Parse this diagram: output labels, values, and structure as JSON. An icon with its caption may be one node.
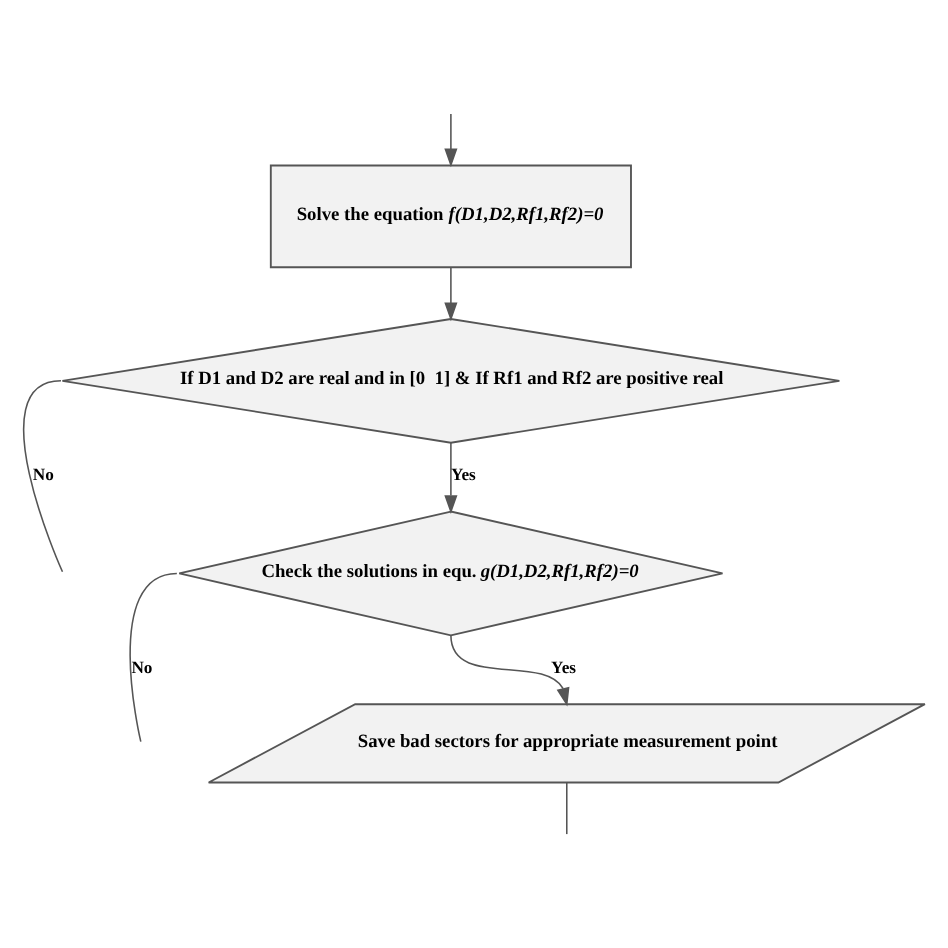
{
  "diagram": {
    "nodes": [
      {
        "text": [
          "Solve the equation *f(D1,D2,Rf1,Rf2)=0*"
        ]
      },
      {
        "text": [
          "If D1 and D2 are real and in [0  1] & If Rf1 and Rf2 are positive real"
        ]
      },
      {
        "text": [
          "Check the solutions in equ. *g(D1,D2,Rf1,Rf2)=0*"
        ]
      },
      {
        "text": [
          "Save bad sectors for appropriate measurement point"
        ]
      }
    ],
    "edges": [
      {
        "from": null,
        "to": 0,
        "arrow": "to"
      },
      {
        "from": 0,
        "to": 1,
        "arrow": "to"
      },
      {
        "from": 1,
        "to": null,
        "arrow": "none",
        "label": "No"
      },
      {
        "from": 1,
        "to": 2,
        "arrow": "to",
        "label": "Yes"
      },
      {
        "from": 2,
        "to": null,
        "arrow": "none",
        "label": "No"
      },
      {
        "from": 2,
        "to": 3,
        "arrow": "to",
        "label": "Yes"
      },
      {
        "from": 3,
        "to": null,
        "arrow": "none"
      }
    ]
  }
}
